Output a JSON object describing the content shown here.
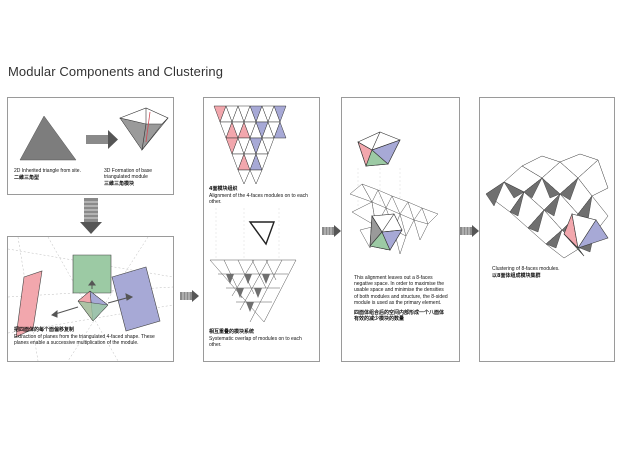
{
  "page_title": "Modular Components and Clustering",
  "colors": {
    "red": "#f2a7ad",
    "blue": "#a7a9d6",
    "green": "#9ccaa4",
    "dark_gray": "#7d7d7d",
    "mid_gray": "#bdbdbd",
    "frame": "#9a9a9a",
    "arrow": "#707070"
  },
  "panels": {
    "p1": {
      "left_caption_en": "2D Inherited triangle from site.",
      "left_caption_zh": "二維三角型",
      "right_caption_en": "3D Formation of base triangulated module",
      "right_caption_zh": "三維三角模块"
    },
    "p2": {
      "caption_zh": "把四面体的每个面偏移复制",
      "caption_en": "Extraction of planes from the triangulated 4-faced shape. These planes enable a successive multiplication of the module."
    },
    "p3": {
      "top_caption_zh": "4面模块组织",
      "top_caption_en": "Alignment of the 4-faces modules on to each other.",
      "bottom_caption_zh": "相互重叠的模块系统",
      "bottom_caption_en": "Systematic overlap of modules on to each other."
    },
    "p4": {
      "caption_en": "This alignment leaves out a 8-faces negative space. In order to maximise the usable space and minimise the densities of both modules and structure, the 8-sided module is used as the primary element.",
      "caption_zh": "四面体组合后的空间内部形成一个八面体有效的减少模块的数量"
    },
    "p5": {
      "caption_en": "Clustering of 8-faces modules.",
      "caption_zh": "以8面体组成模块集群"
    }
  }
}
